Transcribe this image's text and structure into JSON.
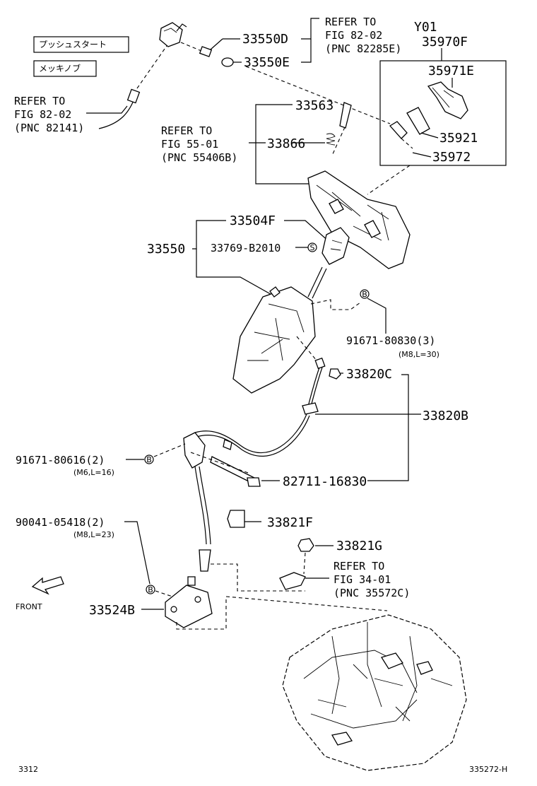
{
  "labels": {
    "jp_push_start": "プッシュスタート",
    "jp_mekki_knob": "メッキノブ",
    "ref_82_02_a": [
      "REFER TO",
      "FIG 82-02",
      "(PNC 82141)"
    ],
    "ref_82_02_b": [
      "REFER TO",
      "FIG 82-02",
      "(PNC 82285E)"
    ],
    "ref_55_01": [
      "REFER TO",
      "FIG 55-01",
      "(PNC 55406B)"
    ],
    "ref_34_01": [
      "REFER TO",
      "FIG 34-01",
      "(PNC 35572C)"
    ],
    "p33550D": "33550D",
    "p33550E": "33550E",
    "y01": "Y01",
    "p35970F": "35970F",
    "p35971E": "35971E",
    "p35921": "35921",
    "p35972": "35972",
    "p33563": "33563",
    "p33866": "33866",
    "p33504F": "33504F",
    "p33550": "33550",
    "p33769": "33769-B2010",
    "p91671_80830": "91671-80830(3)",
    "spec_m8_30": "(M8,L=30)",
    "p33820C": "33820C",
    "p33820B": "33820B",
    "p91671_80616": "91671-80616(2)",
    "spec_m6_16": "(M6,L=16)",
    "p82711": "82711-16830",
    "p90041": "90041-05418(2)",
    "spec_m8_23": "(M8,L=23)",
    "p33821F": "33821F",
    "p33821G": "33821G",
    "front": "FRONT",
    "p33524B": "33524B",
    "page_code": "3312",
    "fig_code": "335272-H"
  },
  "markers": {
    "s": "S",
    "b": "B"
  }
}
